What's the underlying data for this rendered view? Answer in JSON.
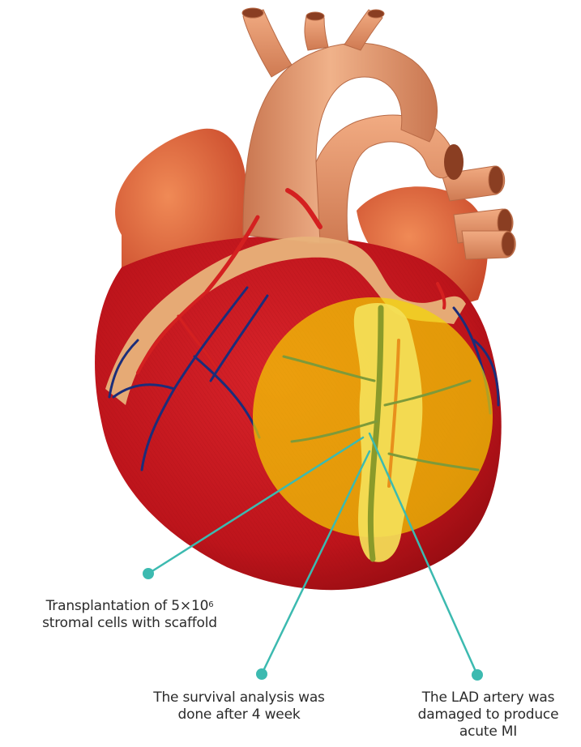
{
  "annotations": {
    "transplant": {
      "line1_prefix": "Transplantation of 5×10",
      "line1_sup": "6",
      "line2": "stromal cells with scaffold"
    },
    "survival": {
      "line1": "The survival analysis was",
      "line2": "done after 4 week"
    },
    "lad": {
      "line1": "The LAD artery was",
      "line2": "damaged to produce",
      "line3": "acute MI"
    }
  },
  "colors": {
    "heart_muscle": "#c4161c",
    "atria": "#e06a3a",
    "aorta": "#e49a6c",
    "fat": "#e8b27a",
    "arteries": "#d42020",
    "veins": "#1b2d7a",
    "highlight": "#f5d800",
    "callout": "#3cbab0",
    "text": "#2b2b2b"
  }
}
